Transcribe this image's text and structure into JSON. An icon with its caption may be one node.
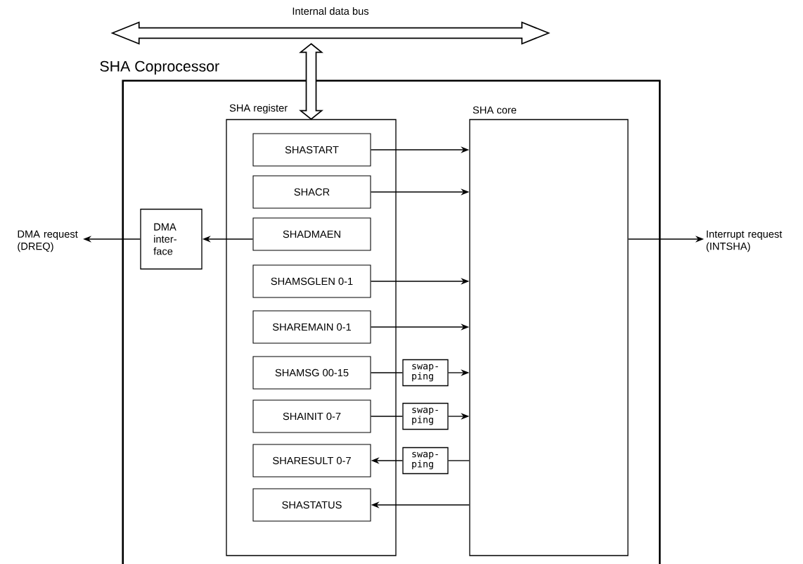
{
  "diagram": {
    "nodes": [
      {
        "text": [
          "Internal data bus"
        ]
      },
      {
        "text": [
          "SHA Coprocessor"
        ]
      },
      {
        "text": [
          "SHA register"
        ],
        "in": 1
      },
      {
        "text": [
          "SHA core"
        ],
        "in": 1
      },
      {
        "text": [
          "SHASTART"
        ],
        "in": 2
      },
      {
        "text": [
          "SHACR"
        ],
        "in": 2
      },
      {
        "text": [
          "SHADMAEN"
        ],
        "in": 2
      },
      {
        "text": [
          "SHAMSGLEN 0-1"
        ],
        "in": 2
      },
      {
        "text": [
          "SHAREMAIN 0-1"
        ],
        "in": 2
      },
      {
        "text": [
          "SHAMSG 00-15"
        ],
        "in": 2
      },
      {
        "text": [
          "SHAINIT 0-7"
        ],
        "in": 2
      },
      {
        "text": [
          "SHARESULT 0-7"
        ],
        "in": 2
      },
      {
        "text": [
          "SHASTATUS"
        ],
        "in": 2
      },
      {
        "text": [
          "DMA inter- face"
        ],
        "in": 1
      },
      {
        "text": [
          "swap- ping"
        ],
        "in": 1
      },
      {
        "text": [
          "swap- ping"
        ],
        "in": 1
      },
      {
        "text": [
          "swap- ping"
        ],
        "in": 1
      },
      {
        "text": [
          "DMA request (DREQ)"
        ]
      },
      {
        "text": [
          "Interrupt request (INTSHA)"
        ]
      }
    ],
    "edges": [
      {
        "from": 0,
        "to": 2,
        "arrow": "both",
        "style": "thick"
      },
      {
        "from": 4,
        "to": 3,
        "arrow": "to"
      },
      {
        "from": 5,
        "to": 3,
        "arrow": "to"
      },
      {
        "from": 6,
        "to": 13,
        "arrow": "to"
      },
      {
        "from": 13,
        "to": 17,
        "arrow": "to"
      },
      {
        "from": 7,
        "to": 3,
        "arrow": "to"
      },
      {
        "from": 8,
        "to": 3,
        "arrow": "to"
      },
      {
        "from": 9,
        "to": 14,
        "arrow": "none"
      },
      {
        "from": 14,
        "to": 3,
        "arrow": "to"
      },
      {
        "from": 10,
        "to": 15,
        "arrow": "none"
      },
      {
        "from": 15,
        "to": 3,
        "arrow": "to"
      },
      {
        "from": 3,
        "to": 16,
        "arrow": "none"
      },
      {
        "from": 16,
        "to": 11,
        "arrow": "to"
      },
      {
        "from": 3,
        "to": 12,
        "arrow": "to"
      },
      {
        "from": 3,
        "to": 18,
        "arrow": "to"
      }
    ]
  }
}
